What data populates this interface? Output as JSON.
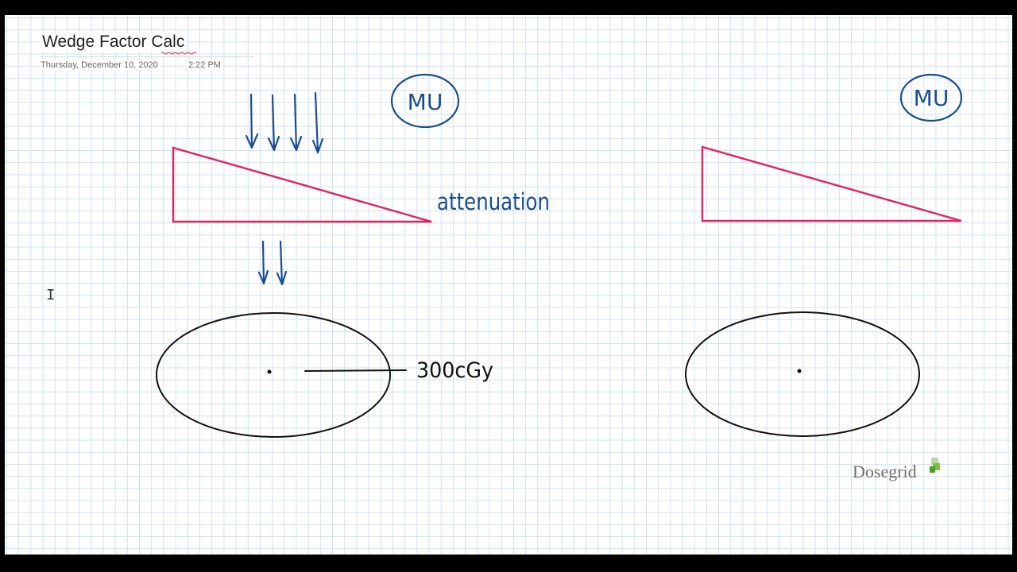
{
  "note": {
    "title": "Wedge Factor Calc",
    "date": "Thursday, December 10, 2020",
    "time": "2:22 PM"
  },
  "annotations": {
    "mu_left": "MU",
    "mu_right": "MU",
    "attenuation": "attenuation",
    "dose": "300cGy"
  },
  "watermark": "Dosegrid",
  "colors": {
    "ink_blue": "#1a4d8f",
    "wedge_red": "#e0245e",
    "grid_line": "#cfe3f1",
    "ellipse_ink": "#111111"
  },
  "icons": {
    "cursor": "i-beam-cursor-icon",
    "logo": "dosegrid-logo-icon"
  }
}
